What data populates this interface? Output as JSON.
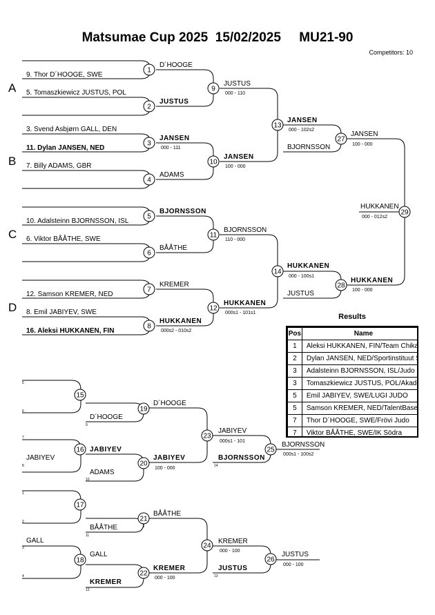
{
  "header": {
    "title": "Matsumae Cup 2025  15/02/2025     MU21-90",
    "competitors": "Competitors: 10"
  },
  "pools": [
    "A",
    "B",
    "C",
    "D"
  ],
  "entries": [
    "9. Thor D´HOOGE, SWE",
    "5. Tomaszkiewicz JUSTUS, POL",
    "3. Svend Asbjørn GALL, DEN",
    "11. Dylan JANSEN, NED",
    "7. Billy ADAMS, GBR",
    "10. Adalsteinn BJORNSSON, ISL",
    "6. Viktor BÅÅTHE, SWE",
    "12. Samson KREMER, NED",
    "8. Emil JABIYEV, SWE",
    "16. Aleksi HUKKANEN, FIN"
  ],
  "match_numbers": [
    "1",
    "2",
    "3",
    "4",
    "5",
    "6",
    "7",
    "8",
    "9",
    "10",
    "11",
    "12",
    "13",
    "14",
    "15",
    "16",
    "17",
    "18",
    "19",
    "20",
    "21",
    "22",
    "23",
    "24",
    "25",
    "26",
    "27",
    "28",
    "29"
  ],
  "winners": {
    "m1": "D´HOOGE",
    "m2": "JUSTUS",
    "m3": "JANSEN",
    "m4": "ADAMS",
    "m5": "BJORNSSON",
    "m6": "BÅÅTHE",
    "m7": "KREMER",
    "m8": "HUKKANEN",
    "m9": "JUSTUS",
    "m10": "JANSEN",
    "m11": "BJORNSSON",
    "m12": "HUKKANEN",
    "m13": "JANSEN",
    "m14": "HUKKANEN",
    "m13_loser": "BJORNSSON",
    "m14_loser": "JUSTUS",
    "m27": "JANSEN",
    "m28": "HUKKANEN",
    "m29": "HUKKANEN"
  },
  "scores": {
    "m3": "000 - 111",
    "m8": "000s2 - 010s2",
    "m9": "000 - 110",
    "m10": "100 - 000",
    "m11": "110 - 000",
    "m12": "000s1 - 101s1",
    "m13": "000 - 102s2",
    "m14": "000 - 100s1",
    "m27": "100 - 000",
    "m28": "100 - 000",
    "m29": "000 - 012s2",
    "m20": "100 - 000",
    "m23": "000s1 - 101",
    "m25": "000s1 - 100s2",
    "m22": "000 - 100",
    "m24": "000 - 100",
    "m26": "000 - 100"
  },
  "repechage": {
    "m15_names": [
      "",
      ""
    ],
    "m16_names": [
      "",
      "JABIYEV"
    ],
    "m16_winner": "JABIYEV",
    "m19_inputs": [
      "D´HOOGE",
      "D´HOOGE"
    ],
    "m20_inputs": [
      "JABIYEV",
      "ADAMS"
    ],
    "m23_inputs": [
      "JABIYEV",
      "BJORNSSON"
    ],
    "m25_winner": "BJORNSSON",
    "m17_names": [
      "",
      ""
    ],
    "m18_names": [
      "GALL",
      ""
    ],
    "m18_winner": "GALL",
    "m21_inputs": [
      "BÅÅTHE",
      "BÅÅTHE"
    ],
    "m22_inputs": [
      "GALL",
      "KREMER"
    ],
    "m22_winner": "KREMER",
    "m24_inputs": [
      "KREMER",
      "JUSTUS"
    ],
    "m26_winner": "JUSTUS",
    "tiny_labels": [
      "5",
      "6",
      "7",
      "8",
      "9",
      "10",
      "14",
      "1",
      "2",
      "3",
      "4",
      "11",
      "12",
      "13"
    ]
  },
  "results": {
    "title": "Results",
    "col_pos": "Pos",
    "col_name": "Name",
    "rows": [
      {
        "pos": "1",
        "name": "Aleksi HUKKANEN, FIN/Team Chikara"
      },
      {
        "pos": "2",
        "name": "Dylan JANSEN, NED/Sportinstituut S"
      },
      {
        "pos": "3",
        "name": "Adalsteinn BJORNSSON, ISL/Judo F"
      },
      {
        "pos": "3",
        "name": "Tomaszkiewicz JUSTUS, POL/Akaden"
      },
      {
        "pos": "5",
        "name": "Emil JABIYEV, SWE/LUGI JUDO"
      },
      {
        "pos": "5",
        "name": "Samson KREMER, NED/TalentBaseM"
      },
      {
        "pos": "7",
        "name": "Thor D´HOOGE, SWE/Frövi Judo"
      },
      {
        "pos": "7",
        "name": "Viktor BÅÅTHE, SWE/IK Södra"
      }
    ]
  }
}
